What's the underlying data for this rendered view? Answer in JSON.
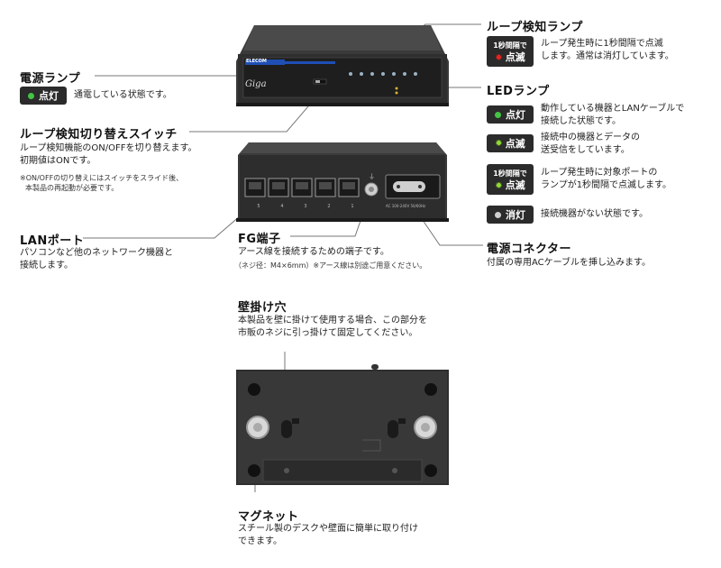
{
  "callouts": {
    "power_lamp": {
      "title": "電源ランプ",
      "badge": "点灯",
      "desc": "通電している状態です。",
      "dot_color": "#43c443"
    },
    "loop_switch": {
      "title": "ループ検知切り替えスイッチ",
      "desc1": "ループ検知機能のON/OFFを切り替えます。",
      "desc2": "初期値はONです。",
      "note1": "※ON/OFFの切り替えにはスイッチをスライド後、",
      "note2": "本製品の再起動が必要です。"
    },
    "lan_port": {
      "title": "LANポート",
      "desc1": "パソコンなど他のネットワーク機器と",
      "desc2": "接続します。"
    },
    "fg_terminal": {
      "title": "FG端子",
      "desc": "アース線を接続するための端子です。",
      "note": "（ネジ径：M4×6mm）※アース線は別途ご用意ください。"
    },
    "power_connector": {
      "title": "電源コネクター",
      "desc": "付属の専用ACケーブルを挿し込みます。"
    },
    "loop_lamp": {
      "title": "ループ検知ランプ",
      "badge_top": "1秒間隔で",
      "badge_bottom": "点滅",
      "desc1": "ループ発生時に1秒間隔で点滅",
      "desc2": "します。通常は消灯しています。",
      "star_color": "#e8231f"
    },
    "led_lamp": {
      "title": "LEDランプ",
      "items": [
        {
          "badge": "点灯",
          "desc1": "動作している機器とLANケーブルで",
          "desc2": "接続した状態です。"
        },
        {
          "badge": "点滅",
          "desc1": "接続中の機器とデータの",
          "desc2": "送受信をしています。"
        },
        {
          "badge_top": "1秒間隔で",
          "badge": "点滅",
          "desc1": "ループ発生時に対象ポートの",
          "desc2": "ランプが1秒間隔で点滅します。"
        },
        {
          "badge": "消灯",
          "desc1": "接続機器がない状態です。",
          "desc2": ""
        }
      ],
      "lit_color": "#43c443",
      "blink_color": "#8ed834",
      "off_color": "#cfcfcf"
    },
    "wall_hole": {
      "title": "壁掛け穴",
      "desc1": "本製品を壁に掛けて使用する場合、この部分を",
      "desc2": "市販のネジに引っ掛けて固定してください。"
    },
    "magnet": {
      "title": "マグネット",
      "desc1": "スチール製のデスクや壁面に簡単に取り付け",
      "desc2": "できます。"
    }
  },
  "device": {
    "brand": "ELECOM",
    "model_logo": "Giga",
    "port_numbers": [
      "5",
      "4",
      "3",
      "2",
      "1"
    ],
    "power_rating": "AC 100-240V  50/60Hz"
  },
  "colors": {
    "body": "#2e2e2e",
    "body_dark": "#1c1c1c",
    "label_blue": "#1f4fb6",
    "leader_line": "#777777"
  }
}
